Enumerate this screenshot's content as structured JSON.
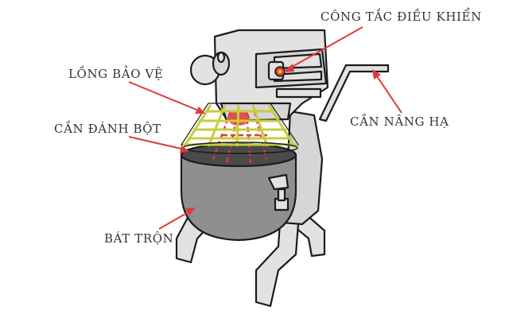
{
  "labels": {
    "control_switch": "CÔNG TẮC ĐIỀU KHIỂN",
    "safety_guard": "LỒNG BẢO VỆ",
    "beater": "CẦN ĐÁNH BỘT",
    "lift_lever": "CẦN NÂNG HẠ",
    "mixing_bowl": "BÁT TRỘN"
  },
  "colors": {
    "leader": "#e0393b",
    "guard": "#c8cc3a",
    "body": "#e2e2e2",
    "bowl": "#8f8f8f",
    "switch": "#e0393b",
    "text": "#333333"
  }
}
